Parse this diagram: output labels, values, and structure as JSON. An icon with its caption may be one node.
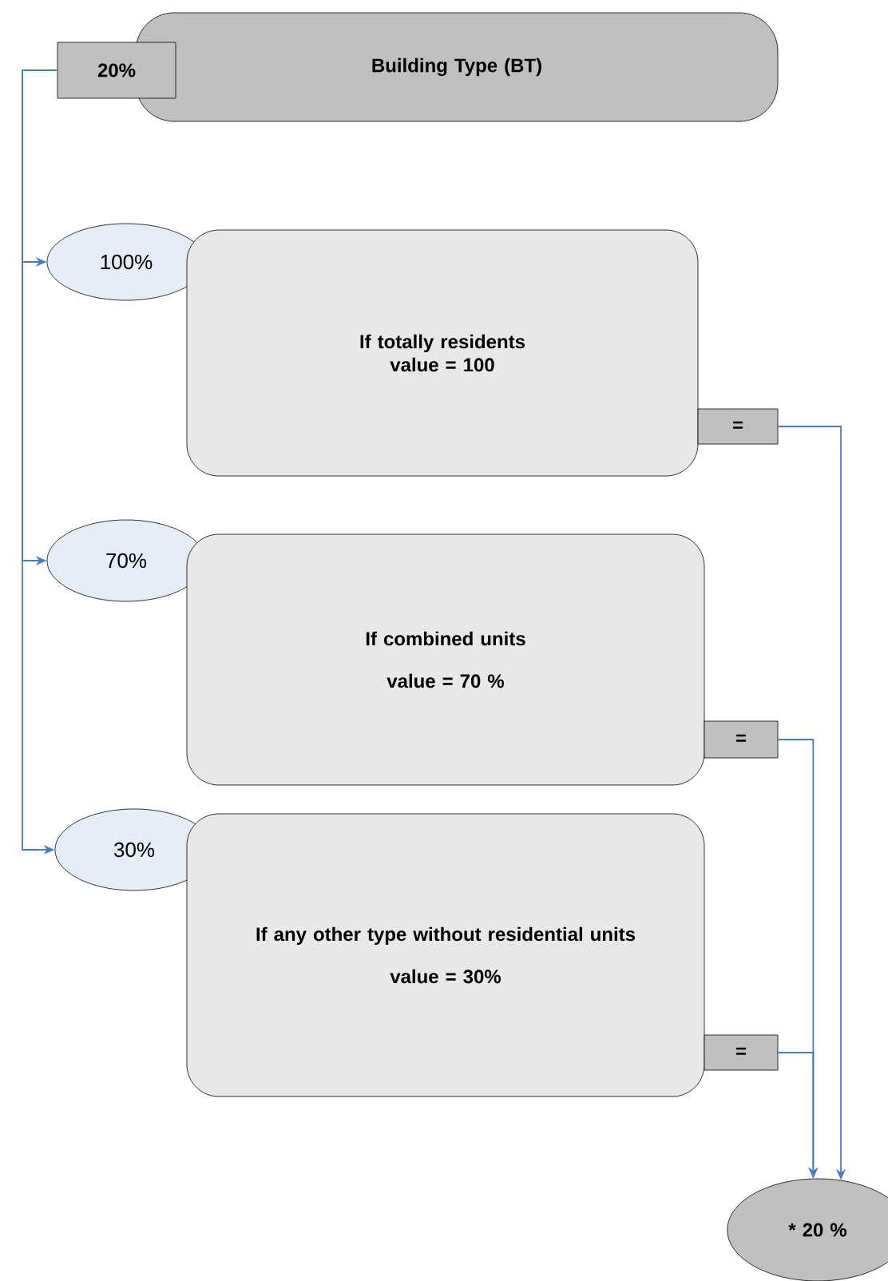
{
  "diagram": {
    "nodes": [
      {
        "text": [
          "Building Type (BT)"
        ]
      },
      {
        "text": [
          "20%"
        ]
      },
      {
        "text": [
          "100%"
        ]
      },
      {
        "text": [
          "If totally residents value = 100"
        ]
      },
      {
        "text": [
          "="
        ]
      },
      {
        "text": [
          "70%"
        ]
      },
      {
        "text": [
          "If combined units",
          "value = 70 %"
        ]
      },
      {
        "text": [
          "="
        ]
      },
      {
        "text": [
          "30%"
        ]
      },
      {
        "text": [
          "If any other type without residential units",
          "value = 30%"
        ]
      },
      {
        "text": [
          "="
        ]
      },
      {
        "text": [
          "* 20 %"
        ]
      }
    ],
    "edges": [
      {
        "from": 1,
        "to": 2,
        "arrow": "to"
      },
      {
        "from": 1,
        "to": 5,
        "arrow": "to"
      },
      {
        "from": 1,
        "to": 8,
        "arrow": "to"
      },
      {
        "from": 4,
        "to": 11,
        "arrow": "to"
      },
      {
        "from": 7,
        "to": 11,
        "arrow": "to"
      },
      {
        "from": 10,
        "to": 11,
        "arrow": "to"
      }
    ]
  }
}
